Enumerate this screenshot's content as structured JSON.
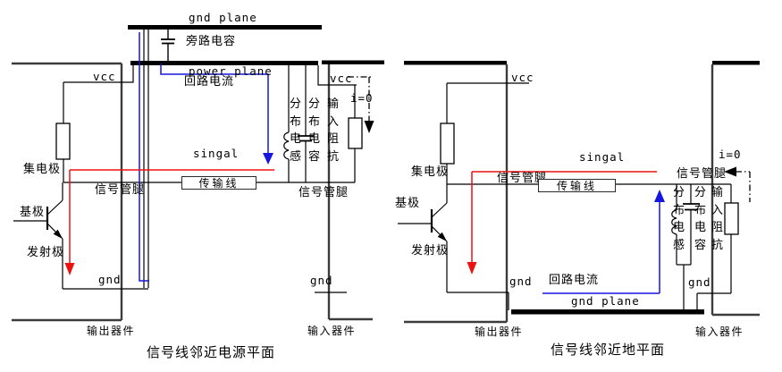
{
  "left": {
    "title": "信号线邻近电源平面",
    "labels": {
      "gnd_plane": "gnd plane",
      "bypass_cap": "旁路电容",
      "power_plane": "power plane",
      "loop_current": "回路电流",
      "vcc_driver": "vcc",
      "vcc_receiver": "vcc",
      "i_zero": "i=0",
      "signal": "singal",
      "collector": "集电极",
      "base": "基极",
      "emitter": "发射极",
      "signal_pin_driver": "信号管腿",
      "signal_pin_receiver": "信号管腿",
      "transmission_line": "传输线",
      "distributed_inductance": "分布电感",
      "distributed_capacitance": "分布电容",
      "input_impedance": "输入阻抗",
      "gnd_driver": "gnd",
      "gnd_receiver": "gnd",
      "output_device": "输出器件",
      "input_device": "输入器件"
    }
  },
  "right": {
    "title": "信号线邻近地平面",
    "labels": {
      "gnd_plane": "gnd plane",
      "loop_current": "回路电流",
      "vcc_driver": "vcc",
      "i_zero": "i=0",
      "signal": "singal",
      "collector": "集电极",
      "base": "基极",
      "emitter": "发射极",
      "signal_pin_driver": "信号管腿",
      "signal_pin_receiver": "信号管腿",
      "transmission_line": "传输线",
      "distributed_inductance": "分布电感",
      "distributed_capacitance": "分布电容",
      "input_impedance": "输入阻抗",
      "gnd_driver": "gnd",
      "gnd_receiver": "gnd",
      "output_device": "输出器件",
      "input_device": "输入器件"
    }
  },
  "colors": {
    "signal_current": "#ed1111",
    "return_current": "#1616e0",
    "line": "#000000",
    "outline": "#3c3c3c"
  }
}
